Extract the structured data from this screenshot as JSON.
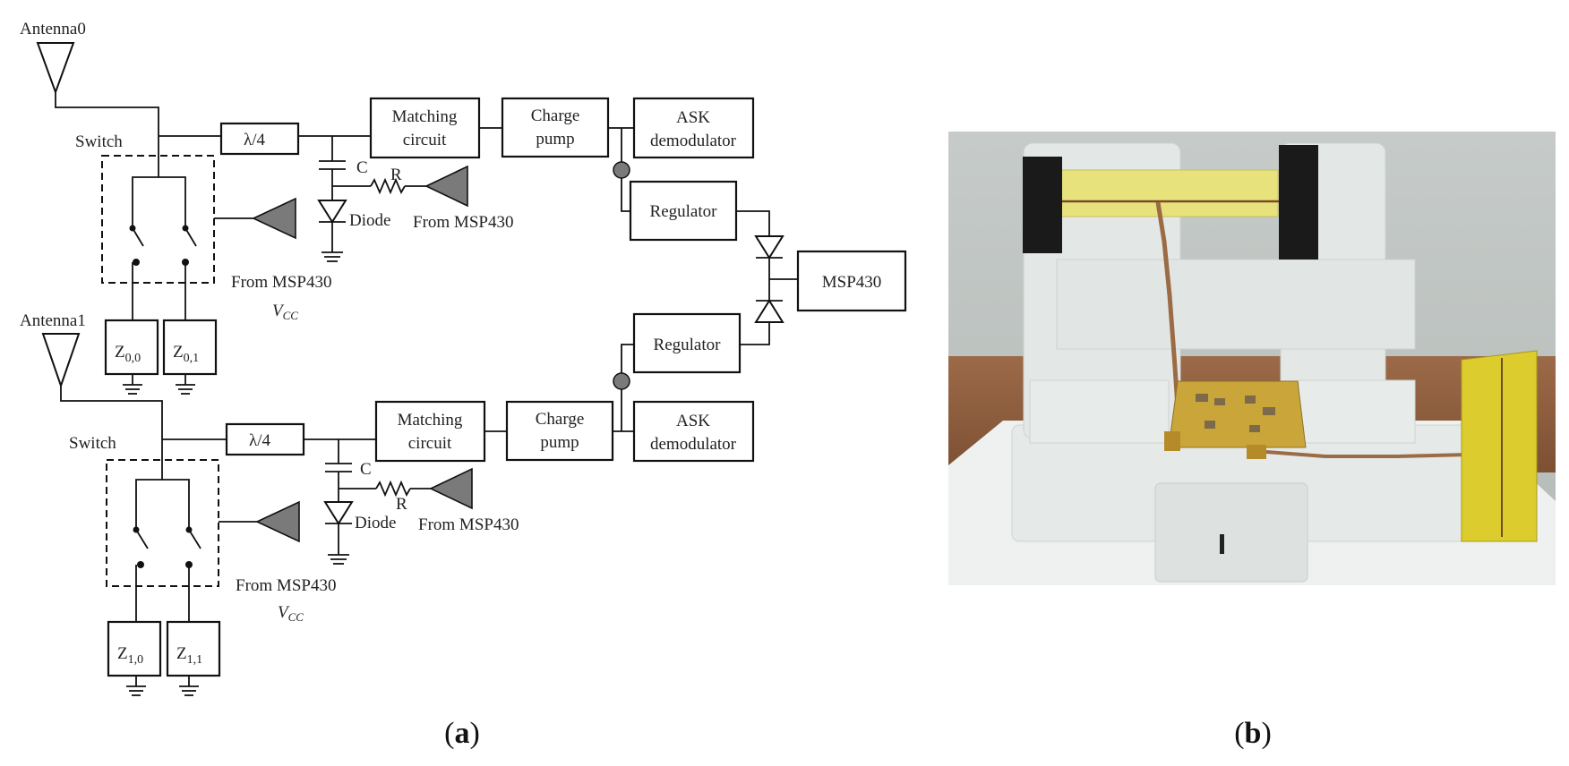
{
  "panel_a": {
    "top": {
      "antenna": "Antenna0",
      "switch": "Switch",
      "quarter_wave": "λ/4",
      "cap": "C",
      "res": "R",
      "diode": "Diode",
      "from_msp_bias": "From MSP430",
      "from_msp_switch": "From MSP430",
      "vcc": "V",
      "vcc_sub": "CC",
      "matching_1": "Matching",
      "matching_2": "circuit",
      "charge_1": "Charge",
      "charge_2": "pump",
      "ask_1": "ASK",
      "ask_2": "demodulator",
      "regulator": "Regulator",
      "z0": "Z",
      "z0_sub": "0,0",
      "z1": "Z",
      "z1_sub": "0,1"
    },
    "bottom": {
      "antenna": "Antenna1",
      "switch": "Switch",
      "quarter_wave": "λ/4",
      "cap": "C",
      "res": "R",
      "diode": "Diode",
      "from_msp_bias": "From MSP430",
      "from_msp_switch": "From MSP430",
      "vcc": "V",
      "vcc_sub": "CC",
      "matching_1": "Matching",
      "matching_2": "circuit",
      "charge_1": "Charge",
      "charge_2": "pump",
      "ask_1": "ASK",
      "ask_2": "demodulator",
      "regulator": "Regulator",
      "z0": "Z",
      "z0_sub": "1,0",
      "z1": "Z",
      "z1_sub": "1,1"
    },
    "msp430": "MSP430",
    "caption": "a"
  },
  "panel_b": {
    "caption": "b"
  },
  "colors": {
    "symbol_fill": "#7a7a7a",
    "line": "#111111"
  }
}
